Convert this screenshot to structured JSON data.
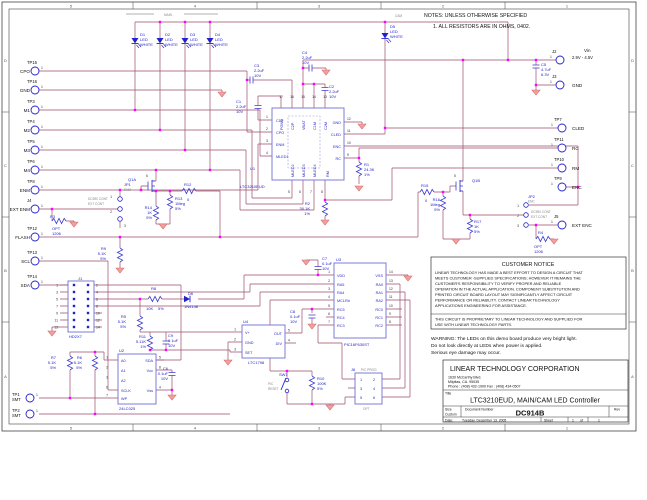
{
  "notes": {
    "line1": "NOTES: UNLESS OTHERWISE SPECIFIED",
    "line2": "1.  ALL RESISTORS ARE IN OHMS, 0402."
  },
  "top_labels": {
    "main": "MAIN",
    "cam": "CAM"
  },
  "tp_left": [
    {
      "net": "CPO",
      "tp": "TP15",
      "pin": "1"
    },
    {
      "net": "GND",
      "tp": "TP16",
      "pin": "1"
    },
    {
      "net": "M1",
      "tp": "TP3",
      "pin": "1"
    },
    {
      "net": "M2",
      "tp": "TP4",
      "pin": "1"
    },
    {
      "net": "M3",
      "tp": "TP5",
      "pin": "1"
    },
    {
      "net": "M4",
      "tp": "TP6",
      "pin": "1"
    },
    {
      "net": "ENM",
      "tp": "TP8",
      "pin": "1"
    },
    {
      "net": "EXT ENM",
      "tp": "J4",
      "pin": "1"
    },
    {
      "net": "FLASH",
      "tp": "TP12",
      "pin": "1"
    },
    {
      "net": "SCL",
      "tp": "TP13",
      "pin": "1"
    },
    {
      "net": "SDA",
      "tp": "TP14",
      "pin": "1"
    }
  ],
  "smt_points": [
    {
      "tp": "TP1",
      "sub": "SMT",
      "pin": "1"
    },
    {
      "tp": "TP2",
      "sub": "SMT",
      "pin": "1"
    }
  ],
  "tp_right": [
    {
      "tp": "J2",
      "net": "Vin",
      "extra": "2.9V - 4.5V",
      "pin": "1"
    },
    {
      "tp": "J3",
      "net": "GND",
      "pin": "1"
    },
    {
      "tp": "TP7",
      "net": "CLED",
      "pin": "1"
    },
    {
      "tp": "TP11",
      "net": "RC",
      "pin": "1"
    },
    {
      "tp": "TP10",
      "net": "RM",
      "pin": "1"
    },
    {
      "tp": "TP9",
      "net": "ENC",
      "pin": "1"
    },
    {
      "tp": "J5",
      "net": "EXT ENC",
      "pin": "1"
    }
  ],
  "leds": {
    "d1": {
      "ref": "D1",
      "l1": "LED",
      "l2": "WHITE"
    },
    "d2": {
      "ref": "D2",
      "l1": "LED",
      "l2": "WHITE"
    },
    "d3": {
      "ref": "D3",
      "l1": "LED",
      "l2": "WHITE"
    },
    "d4": {
      "ref": "D4",
      "l1": "LED",
      "l2": "WHITE"
    },
    "d5": {
      "ref": "D5",
      "l1": "LED",
      "l2": "WHITE"
    }
  },
  "d6": {
    "ref": "D6",
    "part": "1N4148"
  },
  "q": {
    "q1a": "Q1A",
    "q1b": "Q1B",
    "q1a_pin": "6",
    "q1b_pin": "5"
  },
  "resistors": {
    "r1": {
      "ref": "R1",
      "l1": "24.3K",
      "l2": "1%"
    },
    "r2": {
      "ref": "R2",
      "l1": "30.1K",
      "l2": "1%"
    },
    "r3": {
      "ref": "R3",
      "l1": "OPT",
      "l2": "1206"
    },
    "r4": {
      "ref": "R4",
      "l1": "OPT",
      "l2": "1206"
    },
    "r5": {
      "ref": "R5",
      "l1": "5.1K",
      "l2": "5%"
    },
    "r6": {
      "ref": "R6",
      "l1": "5.1K",
      "l2": "5%"
    },
    "r7": {
      "ref": "R7",
      "l1": "5.1K",
      "l2": "5%"
    },
    "r8": {
      "ref": "R8",
      "l1": "10K",
      "l2": "5%"
    },
    "r9": {
      "ref": "R9",
      "l1": "5.1K",
      "l2": "5%"
    },
    "r10": {
      "ref": "R10",
      "l1": "100K",
      "l2": "5%"
    },
    "r11": {
      "ref": "R11",
      "l1": "5.11K",
      "l2": "1%"
    },
    "r12": {
      "ref": "R12",
      "l1": "0"
    },
    "r13": {
      "ref": "R13",
      "l1": "1Meg",
      "l2": "5%"
    },
    "r14": {
      "ref": "R14",
      "l1": "1K",
      "l2": "5%"
    },
    "r15": {
      "ref": "R15",
      "l1": "0"
    },
    "r16": {
      "ref": "R16",
      "l1": "1Meg",
      "l2": "5%"
    },
    "r17": {
      "ref": "R17",
      "l1": "1K",
      "l2": "5%"
    }
  },
  "caps": {
    "c1": {
      "ref": "C1",
      "l1": "2.2uF",
      "l2": "10V"
    },
    "c2": {
      "ref": "C2",
      "l1": "2.2uF",
      "l2": "10V"
    },
    "c3": {
      "ref": "C3",
      "l1": "2.2uF",
      "l2": "10V"
    },
    "c4": {
      "ref": "C4",
      "l1": "2.2uF",
      "l2": "10V"
    },
    "c5": {
      "ref": "C5",
      "l1": "4.7uF",
      "l2": "6.3V"
    },
    "c6": {
      "ref": "C6",
      "l1": "0.1uF",
      "l2": "10V"
    },
    "c7": {
      "ref": "C7",
      "l1": "0.1uF",
      "l2": "10V"
    },
    "c8": {
      "ref": "C8",
      "l1": "0.1uF",
      "l2": "10V"
    },
    "c9": {
      "ref": "C9",
      "l1": "0.1uF",
      "l2": "10V"
    }
  },
  "u1": {
    "ref": "U1",
    "part": "LTC3210EUD",
    "pins_left": [
      {
        "n": "1",
        "name": "C1P"
      },
      {
        "n": "2",
        "name": "CPO"
      },
      {
        "n": "3",
        "name": "ENM"
      },
      {
        "n": "4",
        "name": "MLED1"
      }
    ],
    "pins_right": [
      {
        "n": "12",
        "name": "GND"
      },
      {
        "n": "11",
        "name": "CLED"
      },
      {
        "n": "10",
        "name": "ENC"
      },
      {
        "n": "9",
        "name": "RC"
      }
    ],
    "pins_top": [
      {
        "n": "17",
        "name": "PGND"
      },
      {
        "n": "16",
        "name": "C2P"
      },
      {
        "n": "15",
        "name": "VBAT"
      },
      {
        "n": "14",
        "name": "C1M"
      },
      {
        "n": "13",
        "name": "C2M"
      }
    ],
    "pins_bottom": [
      {
        "n": "5",
        "name": "MLED2"
      },
      {
        "n": "6",
        "name": "MLED3"
      },
      {
        "n": "7",
        "name": "MLED4"
      },
      {
        "n": "8",
        "name": "RM"
      }
    ]
  },
  "u2": {
    "ref": "U2",
    "part": "24LC025",
    "pins_left": [
      {
        "n": "1",
        "name": "A0"
      },
      {
        "n": "2",
        "name": "A1"
      },
      {
        "n": "3",
        "name": "A2"
      },
      {
        "n": "6",
        "name": "SCLK"
      },
      {
        "n": "7",
        "name": "WP"
      }
    ],
    "pins_right": [
      {
        "n": "5",
        "name": "SDA"
      },
      {
        "n": "8",
        "name": "Vcc"
      },
      {
        "n": "4",
        "name": "Vss"
      }
    ]
  },
  "u3": {
    "ref": "U3",
    "part": "PIC16F630ST",
    "pins_left": [
      {
        "n": "1",
        "name": "VDD"
      },
      {
        "n": "2",
        "name": "RA5"
      },
      {
        "n": "3",
        "name": "RA4"
      },
      {
        "n": "4",
        "name": "MCLR#"
      },
      {
        "n": "5",
        "name": "RC5"
      },
      {
        "n": "6",
        "name": "RC4"
      },
      {
        "n": "7",
        "name": "RC3"
      }
    ],
    "pins_right": [
      {
        "n": "14",
        "name": "VSS"
      },
      {
        "n": "13",
        "name": "RA0"
      },
      {
        "n": "12",
        "name": "RA1"
      },
      {
        "n": "11",
        "name": "RA2"
      },
      {
        "n": "10",
        "name": "RC0"
      },
      {
        "n": "9",
        "name": "RC1"
      },
      {
        "n": "8",
        "name": "RC2"
      }
    ]
  },
  "u4": {
    "ref": "U4",
    "part": "LTC1798",
    "pins_left": [
      {
        "n": "1",
        "name": "V+"
      },
      {
        "n": "2",
        "name": "GND"
      },
      {
        "n": "3",
        "name": "SET"
      }
    ],
    "pins_right": [
      {
        "n": "5",
        "name": "OUT"
      },
      {
        "n": "4",
        "name": "DIV"
      }
    ]
  },
  "jp1": {
    "ref": "JP1",
    "net": "ENM",
    "opt1": "DC590 CONT",
    "opt2": "EXT CONT",
    "p1": "1",
    "p2": "2",
    "p3": "3"
  },
  "jp2": {
    "ref": "JP2",
    "net": "ENC",
    "opt1": "DC590 CONT",
    "opt2": "EXT CONT",
    "p1": "1",
    "p2": "2",
    "p3": "3"
  },
  "j1": {
    "ref": "J1",
    "part": "HD2X7",
    "left": [
      "1",
      "3",
      "5",
      "7",
      "9",
      "11",
      "13"
    ],
    "right": [
      "2",
      "4",
      "6",
      "8",
      "10",
      "12",
      "14"
    ]
  },
  "j6": {
    "ref": "J6",
    "name": "PIC PROG",
    "note": "OPT",
    "rows": [
      [
        "1",
        "2"
      ],
      [
        "3",
        "4"
      ],
      [
        "5",
        "6"
      ]
    ]
  },
  "sw1": {
    "ref": "SW1",
    "l1": "PIC",
    "l2": "RESET"
  },
  "notice": {
    "title": "CUSTOMER NOTICE",
    "body": [
      "LINEAR TECHNOLOGY HAS MADE A BEST EFFORT TO DESIGN A CIRCUIT THAT",
      "MEETS CUSTOMER -SUPPLIED SPECIFICATIONS; HOWEVER IT REMAINS THE",
      "CUSTOMER'S RESPONSIBILITY TO VERIFY PROPER AND RELIABLE",
      "OPERATION IN THE ACTUAL APPLICATION. COMPONENT SUBSTITUTION AND",
      "PRINTED CIRCUIT BOARD LAYOUT MAY SIGNIFICANTLY AFFECT CIRCUIT",
      "PERFORMANCE OR RELIABILITY. CONTACT LINEAR TECHNOLOGY",
      "APPLICATIONS ENGINEERING FOR ASSISTANCE."
    ],
    "footer": [
      "THIS CIRCUIT IS PROPRIETARY TO LINEAR TECHNOLOGY AND SUPPLIED FOR",
      "USE WITH LINEAR TECHNOLOGY PARTS."
    ]
  },
  "warning": [
    "WARNING: The LEDs on this demo board produce very bright light.",
    "Do not look directly at LEDs when power is applied.",
    "Serious eye damage may occur."
  ],
  "title_block": {
    "company": "LINEAR TECHNOLOGY CORPORATION",
    "addr1": "1630 McCarthy Blvd.",
    "addr2": "Milpitas, CA. 95035",
    "phone": "Phone : (408) 432-1900  Fax : (408) 434-0507",
    "title_label": "Title",
    "title": "LTC3210EUD, MAIN/CAM LED Controller",
    "size_label": "Size",
    "size": "Custom",
    "doc_label": "Document Number",
    "doc": "DC914B",
    "rev_label": "Rev",
    "date_label": "Date:",
    "date": "Tuesday, December 13, 2005",
    "sheet_label": "Sheet",
    "sheet_no": "1",
    "of_label": "of",
    "sheet_total": "1"
  },
  "border": {
    "cols": [
      "5",
      "4",
      "3",
      "2",
      "1"
    ],
    "rows": [
      "D",
      "C",
      "B",
      "A"
    ]
  }
}
